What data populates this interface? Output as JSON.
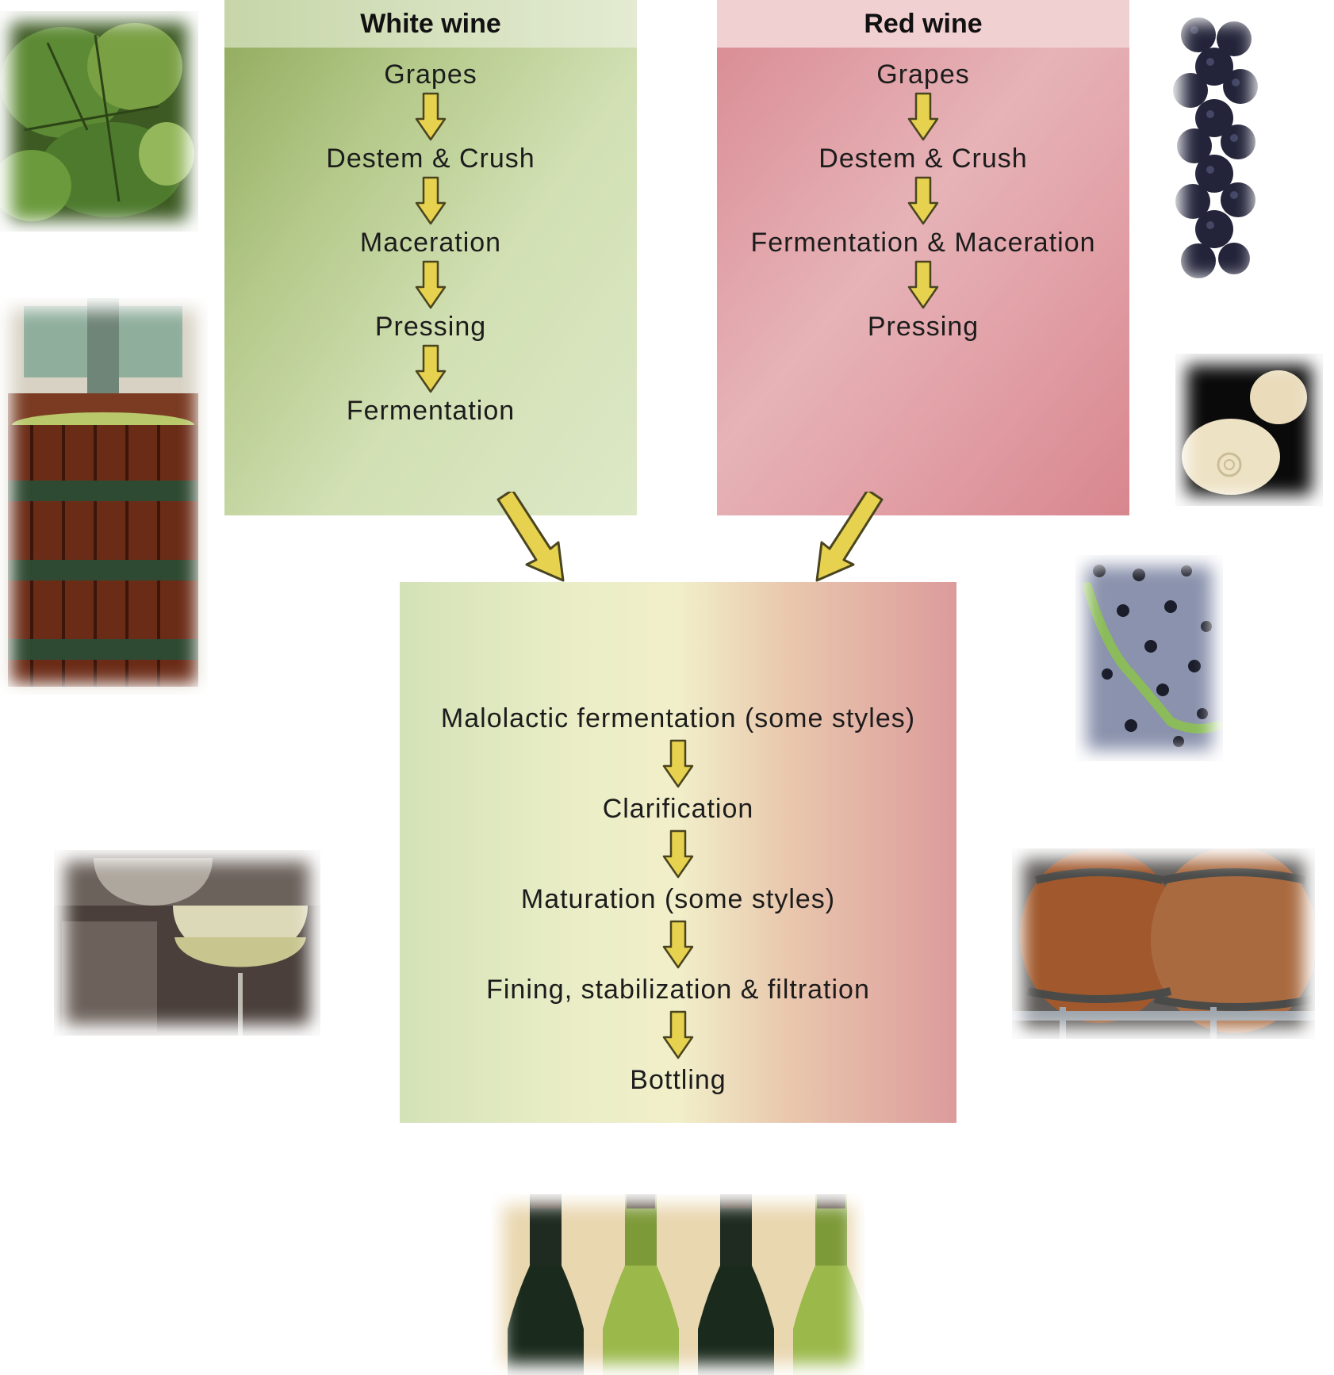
{
  "white": {
    "title": "White wine",
    "steps": [
      "Grapes",
      "Destem & Crush",
      "Maceration",
      "Pressing",
      "Fermentation"
    ]
  },
  "red": {
    "title": "Red wine",
    "steps": [
      "Grapes",
      "Destem & Crush",
      "Fermentation & Maceration",
      "Pressing"
    ]
  },
  "common": {
    "steps": [
      "Malolactic fermentation (some styles)",
      "Clarification",
      "Maturation (some styles)",
      "Fining, stabilization & filtration",
      "Bottling"
    ]
  },
  "colors": {
    "arrow_fill": "#e6d24e",
    "arrow_stroke": "#4a4520",
    "white_panel": "#b4c98a",
    "red_panel": "#e0a3a8"
  },
  "photos": [
    "grape-leaves-photo",
    "wine-press-photo",
    "wine-glasses-photo",
    "red-grapes-photo",
    "yeast-cell-photo",
    "bacteria-photo",
    "oak-barrels-photo",
    "wine-bottles-photo"
  ]
}
